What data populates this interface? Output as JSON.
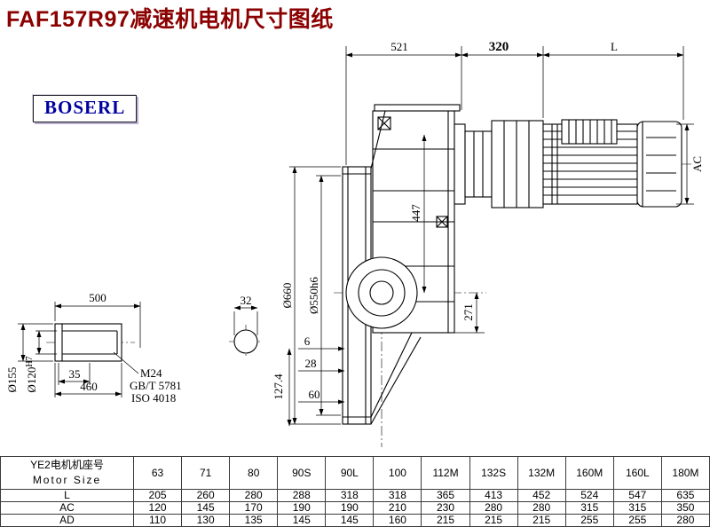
{
  "colors": {
    "title-color": "#8b0000",
    "logo-color": "#0000a0"
  },
  "title": "FAF157R97减速机电机尺寸图纸",
  "logo": {
    "text": "BOSERL"
  },
  "drawing": {
    "dim_labels": {
      "top_521": "521",
      "top_320": "320",
      "top_L": "L",
      "right_AC": "AC",
      "mid_447": "447",
      "mid_271": "271",
      "flange_od": "Ø660",
      "flange_spigot": "Ø550h6",
      "shaft_len": "500",
      "shaft_d32": "32",
      "shaft_35": "35",
      "shaft_460": "460",
      "thread": "M24",
      "std1": "GB/T 5781",
      "std2": "ISO 4018",
      "shaft_od": "Ø155",
      "bore": "Ø120",
      "bore_tol": "H7",
      "b6": "6",
      "b28": "28",
      "b60": "60",
      "b127": "127.4"
    }
  },
  "table": {
    "row_header_cn": "YE2电机机座号",
    "row_header_en": "Motor Size",
    "motor_sizes": [
      "63",
      "71",
      "80",
      "90S",
      "90L",
      "100",
      "112M",
      "132S",
      "132M",
      "160M",
      "160L",
      "180M"
    ],
    "rows": [
      {
        "label": "L",
        "values": [
          "205",
          "260",
          "280",
          "288",
          "318",
          "318",
          "365",
          "413",
          "452",
          "524",
          "547",
          "635"
        ]
      },
      {
        "label": "AC",
        "values": [
          "120",
          "145",
          "170",
          "190",
          "190",
          "210",
          "230",
          "280",
          "280",
          "315",
          "315",
          "350"
        ]
      },
      {
        "label": "AD",
        "values": [
          "110",
          "130",
          "135",
          "145",
          "145",
          "160",
          "215",
          "215",
          "215",
          "255",
          "255",
          "280"
        ]
      }
    ]
  }
}
